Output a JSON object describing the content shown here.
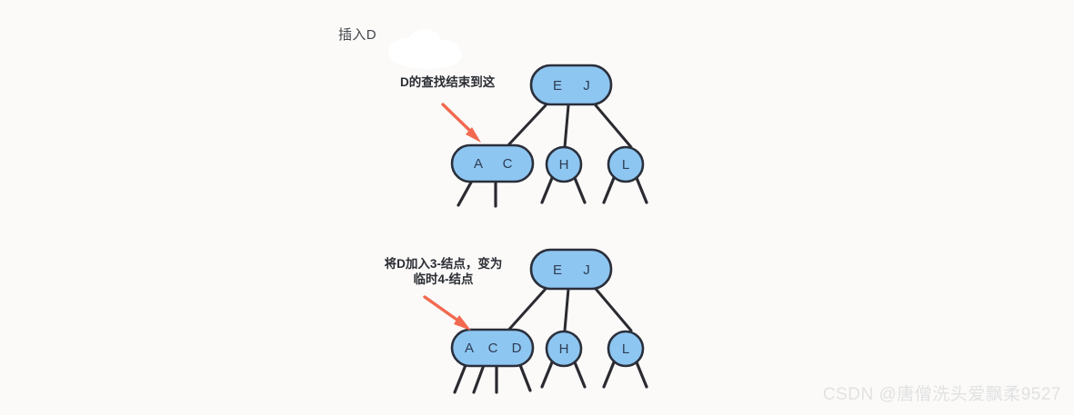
{
  "page": {
    "background_color": "#fbfaf9",
    "title": "插入D"
  },
  "colors": {
    "node_fill": "#8ec6f2",
    "node_stroke": "#2a2f3a",
    "edge": "#2a2a30",
    "arrow": "#f2694f",
    "text": "#2b2d33",
    "watermark": "#e2e2e2"
  },
  "sections": [
    {
      "id": "step-1",
      "annotation": {
        "lines": [
          "D的查找结束到这"
        ]
      },
      "tree": {
        "root": {
          "label": "E J",
          "values": [
            "E",
            "J"
          ],
          "type": "3-node"
        },
        "children": [
          {
            "label": "A C",
            "values": [
              "A",
              "C"
            ],
            "type": "3-node",
            "stubs": 2
          },
          {
            "label": "H",
            "values": [
              "H"
            ],
            "type": "2-node",
            "stubs": 2
          },
          {
            "label": "L",
            "values": [
              "L"
            ],
            "type": "2-node",
            "stubs": 2
          }
        ]
      }
    },
    {
      "id": "step-2",
      "annotation": {
        "lines": [
          "将D加入3-结点，变为",
          "临时4-结点"
        ]
      },
      "tree": {
        "root": {
          "label": "E J",
          "values": [
            "E",
            "J"
          ],
          "type": "3-node"
        },
        "children": [
          {
            "label": "A C D",
            "values": [
              "A",
              "C",
              "D"
            ],
            "type": "4-node",
            "stubs": 4
          },
          {
            "label": "H",
            "values": [
              "H"
            ],
            "type": "2-node",
            "stubs": 2
          },
          {
            "label": "L",
            "values": [
              "L"
            ],
            "type": "2-node",
            "stubs": 2
          }
        ]
      }
    }
  ],
  "watermark": "CSDN @唐僧洗头爱飘柔9527"
}
